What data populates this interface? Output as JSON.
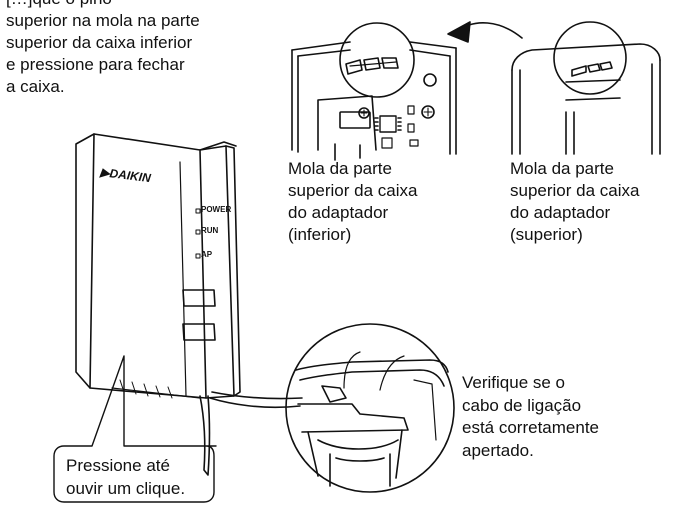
{
  "instructions": {
    "intro_lines": [
      "[…]que o pino",
      "superior na mola na parte",
      "superior da caixa inferior",
      "e pressione para fechar",
      "a caixa."
    ]
  },
  "labels": {
    "lower_case_spring": [
      "Mola da parte",
      "superior da caixa",
      "do adaptador",
      "(inferior)"
    ],
    "upper_case_spring": [
      "Mola da parte",
      "superior da caixa",
      "do adaptador",
      "(superior)"
    ]
  },
  "cable_note": [
    "Verifique se o",
    "cabo de ligação",
    "está corretamente",
    "apertado."
  ],
  "callout": [
    "Pressione até",
    "ouvir um clique."
  ],
  "device": {
    "brand": "DAIKIN",
    "leds": [
      "POWER",
      "RUN",
      "AP"
    ]
  }
}
